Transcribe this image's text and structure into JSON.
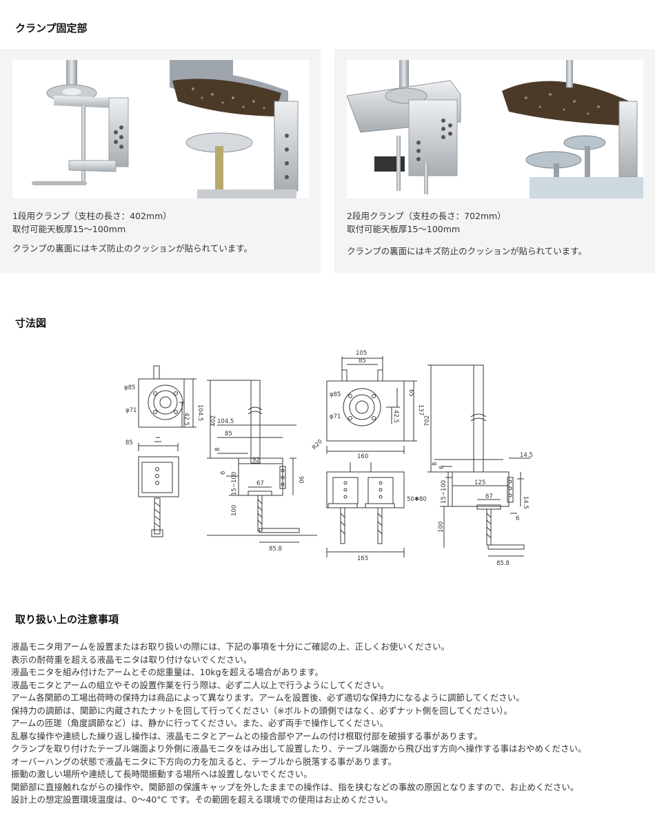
{
  "sections": {
    "clamp_title": "クランプ固定部",
    "dimensions_title": "寸法図",
    "cautions_title": "取り扱い上の注意事項"
  },
  "clamps": [
    {
      "line1": "1段用クランプ（支柱の長さ：402mm）",
      "line2": "取付可能天板厚15～100mm",
      "note": "クランプの裏面にはキズ防止のクッションが貼られています。"
    },
    {
      "line1": "2段用クランプ（支柱の長さ：702mm）",
      "line2": "取付可能天板厚15～100mm",
      "note": "クランプの裏面にはキズ防止のクッションが貼られています。"
    }
  ],
  "dimension_labels": {
    "a_phi85": "φ85",
    "a_phi71": "φ71",
    "a_h1045": "104.5",
    "a_h425": "42.5",
    "a_w85": "85",
    "b_402": "402",
    "b_1045": "104.5",
    "b_85": "85",
    "b_8": "8",
    "b_92": "92",
    "b_6": "6",
    "b_15100": "15~100",
    "b_90": "90",
    "b_67": "67",
    "b_100": "100",
    "b_858": "85.8",
    "c_105": "105",
    "c_85": "85",
    "c_phi85": "φ85",
    "c_phi71": "φ71",
    "c_65": "65",
    "c_425": "42.5",
    "c_137": "137",
    "c_r20": "R20",
    "c_160": "160",
    "c_5080": "50✱80",
    "c_165": "165",
    "d_702": "702",
    "d_8": "8",
    "d_6": "6",
    "d_145a": "14.5",
    "d_125": "125",
    "d_15100": "15~100",
    "d_67": "67",
    "d_145b": "14.5",
    "d_6b": "6",
    "d_100": "100",
    "d_858": "85.8"
  },
  "cautions": [
    "液晶モニタ用アームを設置またはお取り扱いの際には、下記の事項を十分にご確認の上、正しくお使いください。",
    "表示の耐荷重を超える液晶モニタは取り付けないでください。",
    "液晶モニタを組み付けたアームとその総重量は、10kgを超える場合があります。",
    "液晶モニタとアームの組立やその設置作業を行う際は、必ず二人以上で行うようにしてください。",
    "アーム各関節の工場出荷時の保持力は商品によって異なります。アームを設置後、必ず適切な保持力になるように調節してください。",
    "保持力の調節は、関節に内蔵されたナットを回して行ってください（※ボルトの頭側ではなく、必ずナット側を回してください）。",
    "アームの匝瑳（角度調節など）は、静かに行ってください。また、必ず両手で操作してください。",
    "乱暴な操作や連続した繰り返し操作は、液晶モニタとアームとの接合部やアームの付け根取付部を破損する事があります。",
    "クランプを取り付けたテーブル端面より外側に液晶モニタをはみ出して設置したり、テーブル端面から飛び出す方向へ操作する事はおやめください。",
    "オーバーハングの状態で液晶モニタに下方向の力を加えると、テーブルから脱落する事があります。",
    "振動の激しい場所や連続して長時間振動する場所へは設置しないでください。",
    "関節部に直接触れながらの操作や、関節部の保護キャップを外したままでの操作は、指を挟むなどの事故の原因となりますので、お止めください。",
    "設計上の想定設置環境温度は、0～40°C です。その範囲を超える環境での使用はお止めください。"
  ]
}
